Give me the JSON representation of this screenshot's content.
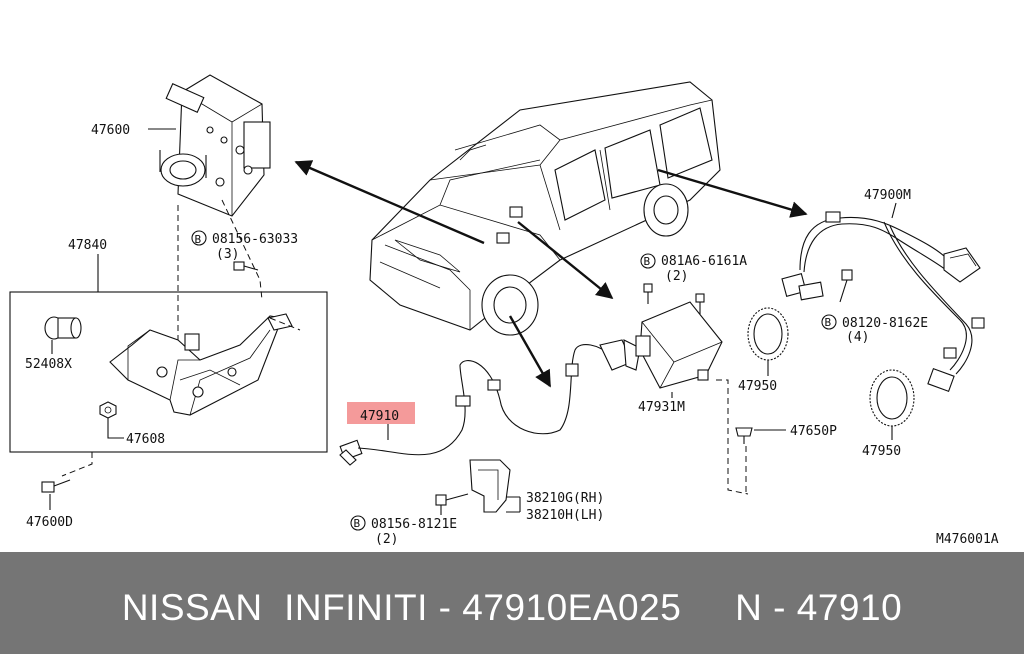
{
  "diagram": {
    "labels": {
      "p47600": "47600",
      "p47840": "47840",
      "p52408x": "52408X",
      "p47608": "47608",
      "p47600d": "47600D",
      "b08156_63033": "08156-63033",
      "q3": "(3)",
      "p47910": "47910",
      "b08156_8121e": "08156-8121E",
      "q2a": "(2)",
      "p38210g": "38210G(RH)",
      "p38210h": "38210H(LH)",
      "b081a6_6161a": "081A6-6161A",
      "q2b": "(2)",
      "p47931m": "47931M",
      "p47650p": "47650P",
      "p47950a": "47950",
      "p47950b": "47950",
      "p47900m": "47900M",
      "b08120_8162e": "08120-8162E",
      "q4": "(4)",
      "ref": "M476001A"
    },
    "bolt_symbol": "B",
    "highlight_color": "#f49a9a"
  },
  "footer": {
    "text": "NISSAN  INFINITI - 47910EA025     N - 47910"
  },
  "colors": {
    "footer_bg": "#757575",
    "footer_text": "#ffffff"
  }
}
